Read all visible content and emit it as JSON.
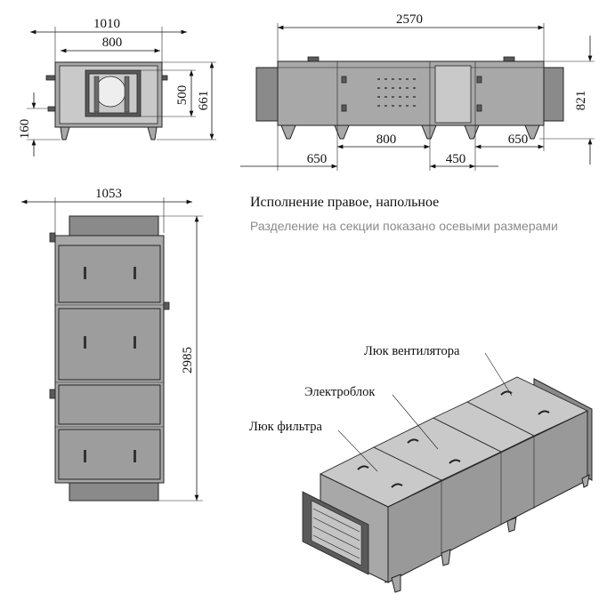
{
  "front_view": {
    "width_outer": "1010",
    "width_flange": "800",
    "height_flange": "500",
    "height_total": "661",
    "height_leg": "160"
  },
  "side_view": {
    "length_total": "2570",
    "height": "821",
    "sec1": "650",
    "sec2": "800",
    "sec3": "450",
    "sec4": "650"
  },
  "top_view": {
    "width": "1053",
    "length": "2985"
  },
  "captions": {
    "title": "Исполнение правое, напольное",
    "subtitle": "Разделение на секции показано осевыми размерами"
  },
  "callouts": {
    "fan_hatch": "Люк вентилятора",
    "electro": "Электроблок",
    "filter_hatch": "Люк фильтра"
  }
}
